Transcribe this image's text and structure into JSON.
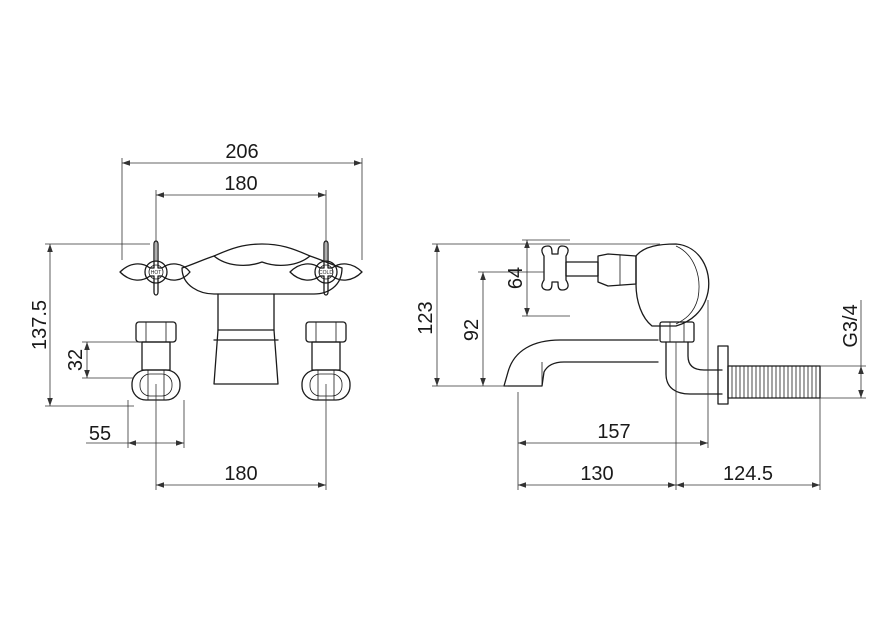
{
  "dimensions": {
    "front_overall_width": "206",
    "front_handle_centres_top": "180",
    "front_height": "137.5",
    "front_leg_height": "32",
    "front_leg_offset": "55",
    "front_inlet_centres": "180",
    "side_height": "123",
    "side_spout_height": "92",
    "side_handle_height": "64",
    "side_thread": "G3/4",
    "side_spout_projection": "157",
    "side_spout_to_inlet": "130",
    "side_inlet_length": "124.5"
  },
  "handle_labels": {
    "left": "HOT",
    "right": "COLD"
  }
}
